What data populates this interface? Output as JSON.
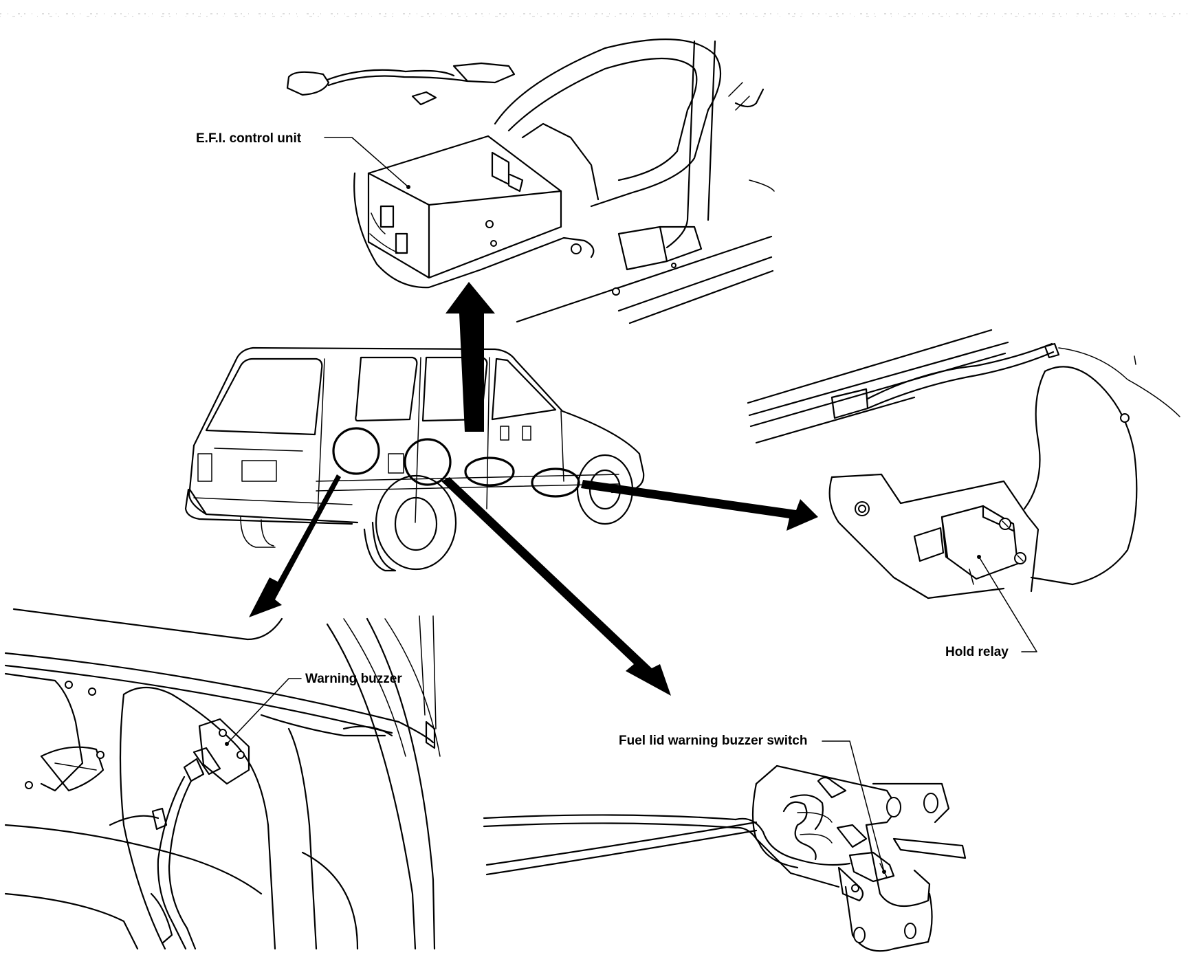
{
  "labels": {
    "efi_control_unit": "E.F.I. control unit",
    "hold_relay": "Hold relay",
    "warning_buzzer": "Warning buzzer",
    "fuel_lid_switch": "Fuel lid warning buzzer switch"
  },
  "icons": [
    "callout-arrow-icon",
    "location-circle-icon"
  ]
}
